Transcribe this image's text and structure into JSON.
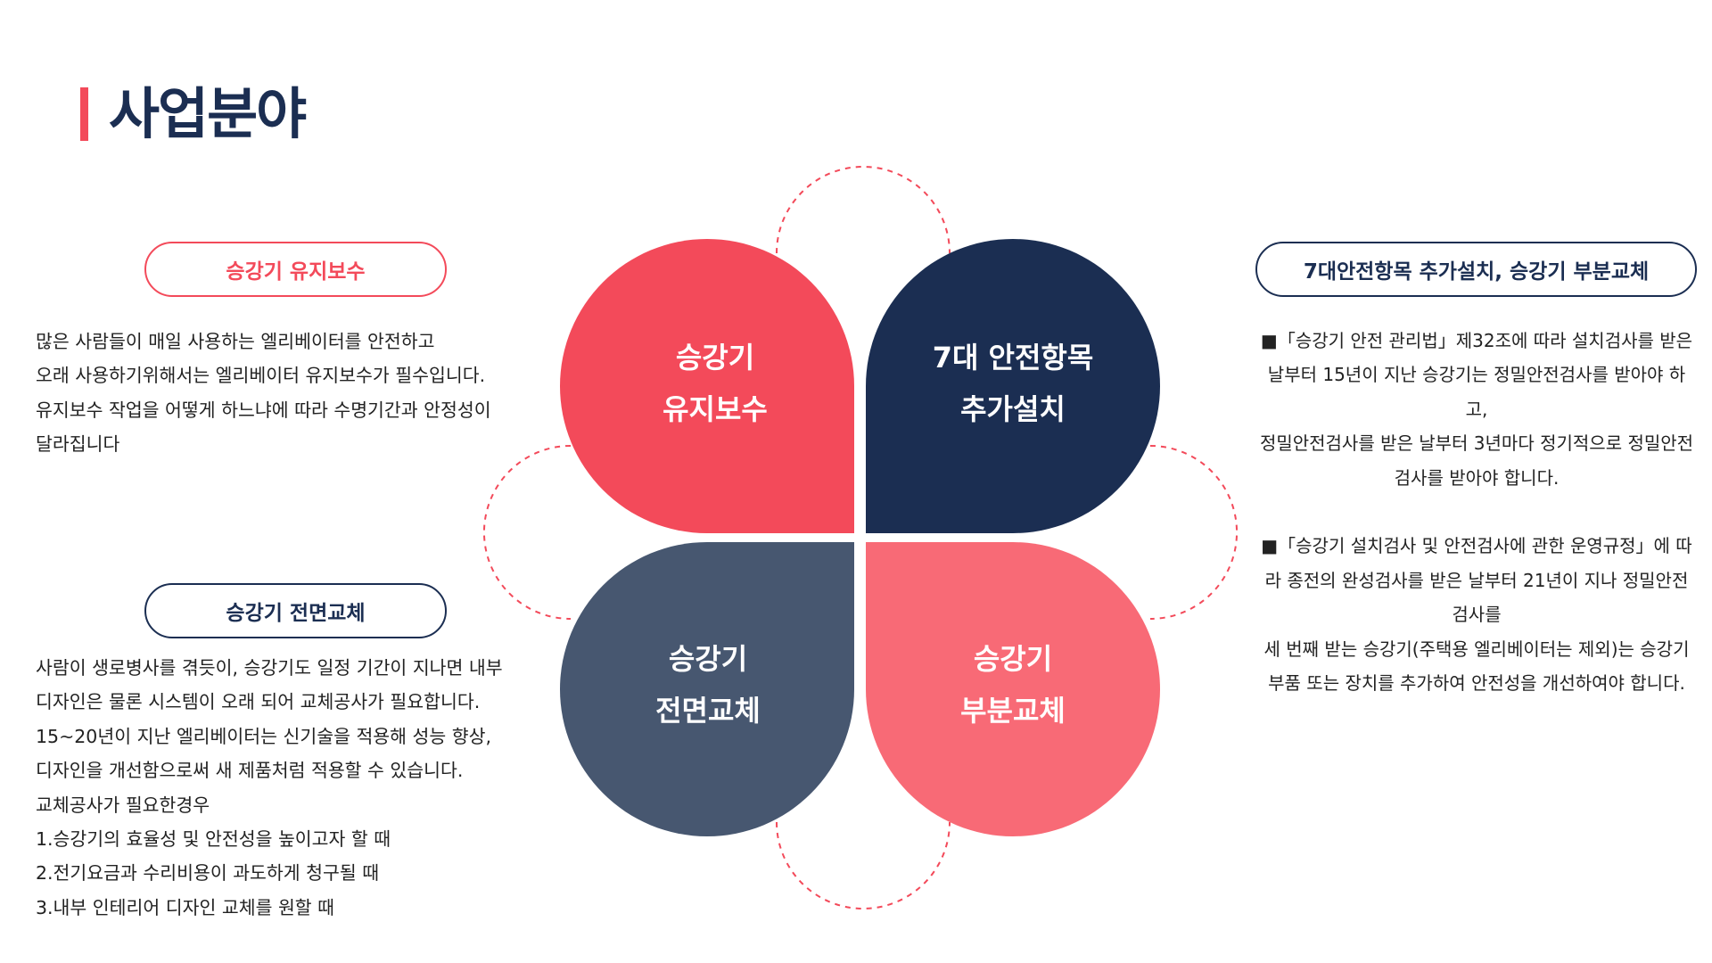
{
  "page": {
    "title": "사업분야"
  },
  "colors": {
    "accent_red": "#f34a5a",
    "navy": "#1b2e52",
    "slate": "#475770",
    "coral": "#f86a76"
  },
  "left": {
    "maintenance": {
      "tag": "승강기 유지보수",
      "lines": [
        "많은 사람들이 매일 사용하는 엘리베이터를 안전하고",
        "오래 사용하기위해서는 엘리베이터 유지보수가 필수입니다.",
        "유지보수 작업을 어떻게 하느냐에 따라 수명기간과 안정성이",
        "달라집니다"
      ]
    },
    "replacement": {
      "tag": "승강기 전면교체",
      "lines": [
        "사람이 생로병사를 겪듯이, 승강기도 일정 기간이 지나면 내부",
        "디자인은 물론 시스템이 오래 되어 교체공사가 필요합니다.",
        "15~20년이 지난 엘리베이터는 신기술을 적용해 성능 향상,",
        "디자인을 개선함으로써 새 제품처럼 적용할 수 있습니다.",
        "교체공사가 필요한경우",
        "1.승강기의 효율성 및 안전성을 높이고자 할 때",
        "2.전기요금과 수리비용이 과도하게 청구될 때",
        "3.내부 인테리어 디자인 교체를 원할 때"
      ]
    }
  },
  "right": {
    "tag": "7대안전항목 추가설치, 승강기 부분교체",
    "para1": "■「승강기 안전 관리법」제32조에 따라 설치검사를 받은 날부터 15년이 지난 승강기는 정밀안전검사를 받아야 하고,",
    "para2": "정밀안전검사를 받은 날부터 3년마다 정기적으로 정밀안전검사를 받아야 합니다.",
    "para3": "■「승강기 설치검사 및 안전검사에 관한 운영규정」에 따라 종전의 완성검사를 받은 날부터 21년이 지나 정밀안전검사를",
    "para4": "세 번째 받는 승강기(주택용 엘리베이터는 제외)는 승강기 부품 또는 장치를 추가하여 안전성을 개선하여야 합니다."
  },
  "diagram": {
    "top_left": {
      "line1": "승강기",
      "line2": "유지보수"
    },
    "top_right": {
      "line1": "7대 안전항목",
      "line2": "추가설치"
    },
    "bottom_left": {
      "line1": "승강기",
      "line2": "전면교체"
    },
    "bottom_right": {
      "line1": "승강기",
      "line2": "부분교체"
    }
  }
}
